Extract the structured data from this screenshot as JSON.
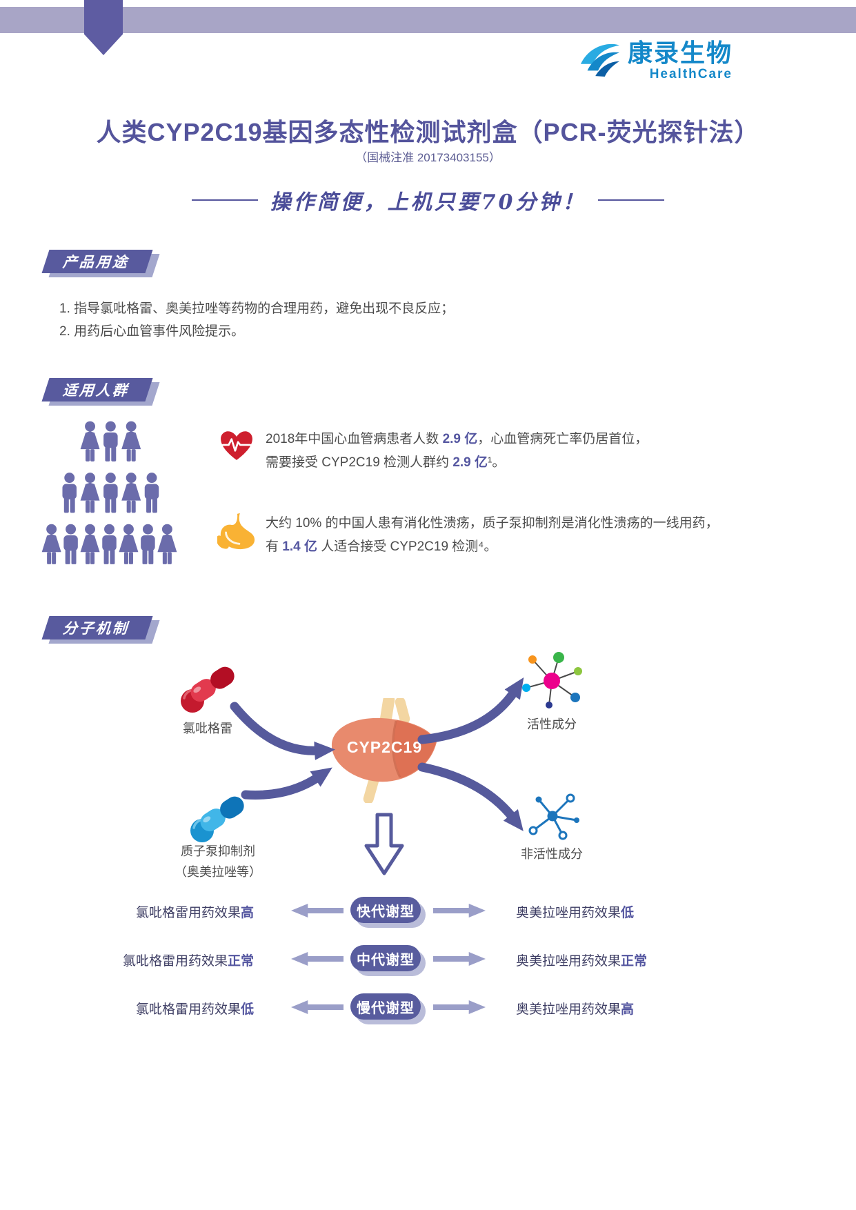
{
  "logo": {
    "brand": "康录生物",
    "sub": "HealthCare"
  },
  "header": {
    "title": "人类CYP2C19基因多态性检测试剂盒（PCR-荧光探针法）",
    "reg": "（国械注准 20173403155）",
    "slogan": "操作简便，上机只要70分钟！"
  },
  "usage": {
    "badge": "产品用途",
    "items": [
      "1. 指导氯吡格雷、奥美拉唑等药物的合理用药，避免出现不良反应；",
      "2. 用药后心血管事件风险提示。"
    ]
  },
  "population": {
    "badge": "适用人群",
    "heart_lines": [
      [
        {
          "t": "2018年中国心血管病患者人数 "
        },
        {
          "t": "2.9 亿",
          "em": true
        },
        {
          "t": "，心血管病死亡率仍居首位，"
        }
      ],
      [
        {
          "t": "需要接受 CYP2C19 检测人群约 "
        },
        {
          "t": "2.9 亿",
          "em": true
        },
        {
          "t": "¹。"
        }
      ]
    ],
    "stomach_lines": [
      [
        {
          "t": "大约 10% 的中国人患有消化性溃疡，质子泵抑制剂是消化性溃疡的一线用药，"
        }
      ],
      [
        {
          "t": "有 "
        },
        {
          "t": "1.4 亿",
          "em": true
        },
        {
          "t": " 人适合接受 CYP2C19 检测⁴。"
        }
      ]
    ]
  },
  "mechanism": {
    "badge": "分子机制",
    "drug1": "氯吡格雷",
    "drug2": "质子泵抑制剂",
    "drug2_sub": "（奥美拉唑等）",
    "enzyme": "CYP2C19",
    "active_label": "活性成分",
    "inactive_label": "非活性成分",
    "rows": [
      {
        "left": [
          {
            "t": "氯吡格雷用药效果"
          },
          {
            "t": "高",
            "em": true
          }
        ],
        "center": "快代谢型",
        "right": [
          {
            "t": "奥美拉唑用药效果"
          },
          {
            "t": "低",
            "em": true
          }
        ]
      },
      {
        "left": [
          {
            "t": "氯吡格雷用药效果"
          },
          {
            "t": "正常",
            "em": true
          }
        ],
        "center": "中代谢型",
        "right": [
          {
            "t": "奥美拉唑用药效果"
          },
          {
            "t": "正常",
            "em": true
          }
        ]
      },
      {
        "left": [
          {
            "t": "氯吡格雷用药效果"
          },
          {
            "t": "低",
            "em": true
          }
        ],
        "center": "慢代谢型",
        "right": [
          {
            "t": "奥美拉唑用药效果"
          },
          {
            "t": "高",
            "em": true
          }
        ]
      }
    ]
  },
  "icons": {
    "logo_swoosh": "brand-swoosh",
    "crowd": "people-crowd",
    "heart": "heart-ecg",
    "stomach": "stomach",
    "red_pills": "clopidogrel-capsule",
    "blue_pills": "ppi-capsule",
    "liver": "liver",
    "active_molecule": "active-molecule",
    "inactive_molecule": "inactive-molecule",
    "down_arrow": "hollow-down-arrow"
  },
  "colors": {
    "primary_purple": "#54549c",
    "badge_purple": "#585a9e",
    "light_purple_bar": "#a8a5c6",
    "arrow_purple": "#565a9c",
    "brand_blue": "#1488c9",
    "heart_red": "#ce1f2e",
    "stomach_yellow": "#f9b234",
    "capsule_red": "#b30e24",
    "capsule_blue": "#0e74b8"
  }
}
